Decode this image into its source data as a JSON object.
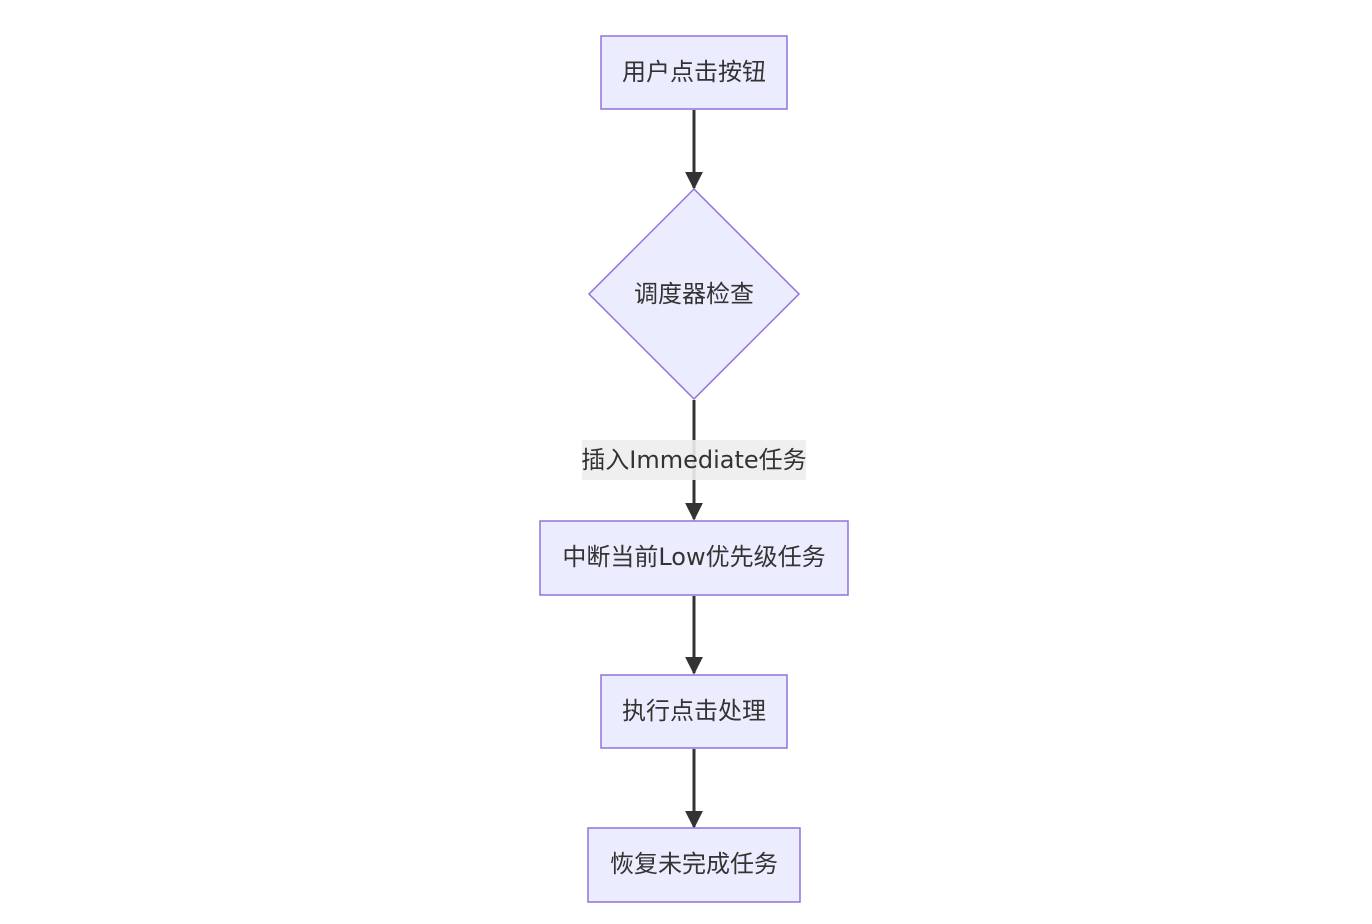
{
  "nodes": {
    "start": "用户点击按钮",
    "decision": "调度器检查",
    "interrupt": "中断当前Low优先级任务",
    "execute": "执行点击处理",
    "resume": "恢复未完成任务"
  },
  "edges": {
    "decision_to_interrupt": "插入Immediate任务"
  },
  "colors": {
    "node_fill": "#ECECFF",
    "node_stroke": "#9370DB",
    "edge": "#333333",
    "label_bg": "#ededed",
    "text": "#333333"
  }
}
